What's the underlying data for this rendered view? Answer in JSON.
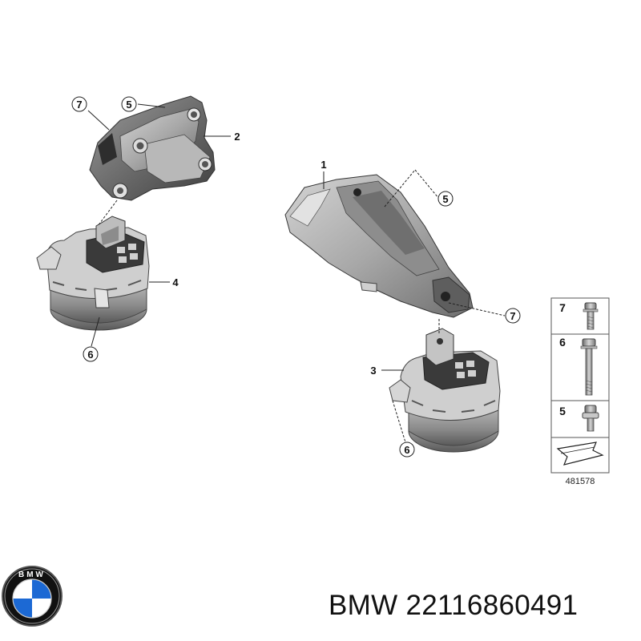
{
  "diagram": {
    "callouts": [
      {
        "id": "c7a",
        "label": "7",
        "circled": true
      },
      {
        "id": "c5a",
        "label": "5",
        "circled": true
      },
      {
        "id": "c2",
        "label": "2",
        "circled": false
      },
      {
        "id": "c4",
        "label": "4",
        "circled": false
      },
      {
        "id": "c6a",
        "label": "6",
        "circled": true
      },
      {
        "id": "c1",
        "label": "1",
        "circled": false
      },
      {
        "id": "c5b",
        "label": "5",
        "circled": true
      },
      {
        "id": "c7b",
        "label": "7",
        "circled": true
      },
      {
        "id": "c3",
        "label": "3",
        "circled": false
      },
      {
        "id": "c6b",
        "label": "6",
        "circled": true
      }
    ],
    "fastener_panel": {
      "rows": [
        {
          "number": "7",
          "part": "bolt-short"
        },
        {
          "number": "6",
          "part": "bolt-long"
        },
        {
          "number": "5",
          "part": "nut"
        }
      ],
      "reference_number": "481578"
    }
  },
  "caption": "BMW 22116860491",
  "logo": {
    "text": "BMW",
    "colors": {
      "blue": "#1c69d4",
      "white": "#ffffff",
      "black": "#111111"
    }
  }
}
